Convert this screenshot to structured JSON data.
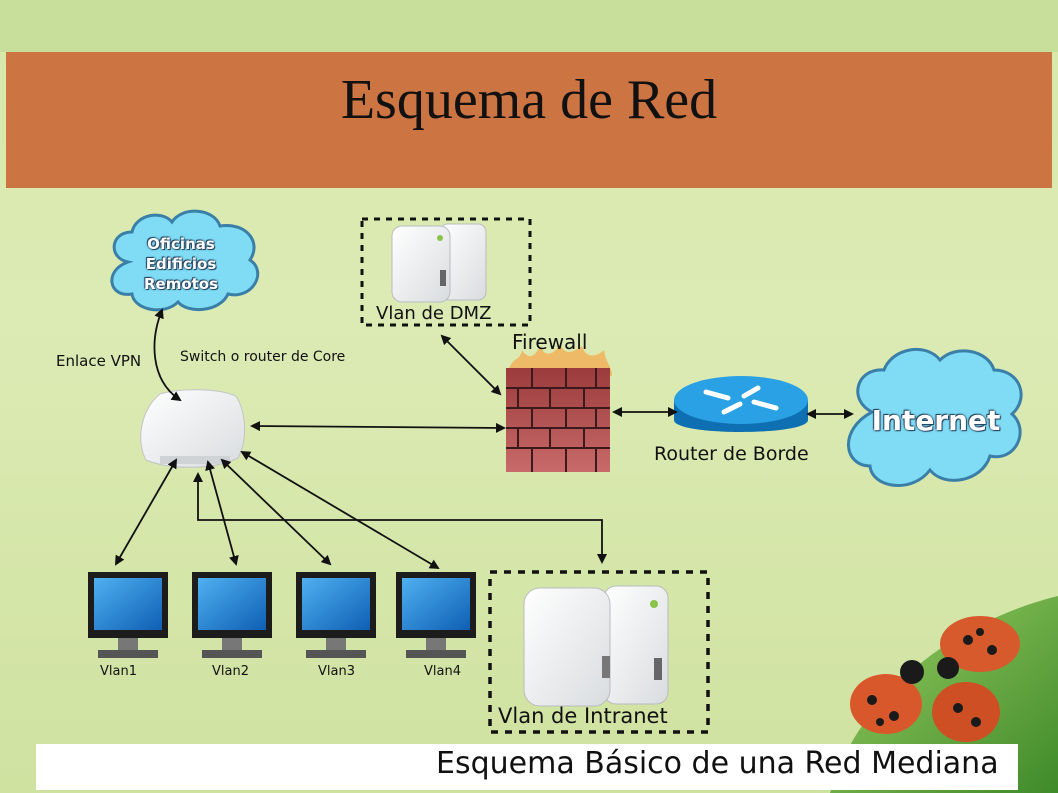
{
  "slide": {
    "title": "Esquema de Red"
  },
  "cloud_remote": {
    "line1": "Oficinas",
    "line2": "Edificios",
    "line3": "Remotos"
  },
  "cloud_internet": {
    "label": "Internet"
  },
  "labels": {
    "vpn_link": "Enlace VPN",
    "core_switch": "Switch o router de Core",
    "dmz": "Vlan de DMZ",
    "firewall": "Firewall",
    "edge_router": "Router de Borde",
    "intranet": "Vlan de Intranet",
    "vlan1": "Vlan1",
    "vlan2": "Vlan2",
    "vlan3": "Vlan3",
    "vlan4": "Vlan4"
  },
  "caption": "Esquema Básico de una Red Mediana",
  "colors": {
    "background": "#d7e8a9",
    "title_band": "#cd7443",
    "cloud": "#7fdcf4",
    "router": "#1b8fd6",
    "brick": "#a94444",
    "monitor_screen": "#1e7fd1"
  },
  "icons": [
    "cloud-icon",
    "server-icon",
    "firewall-icon",
    "router-icon",
    "monitor-icon",
    "switch-icon",
    "ladybug-image"
  ]
}
